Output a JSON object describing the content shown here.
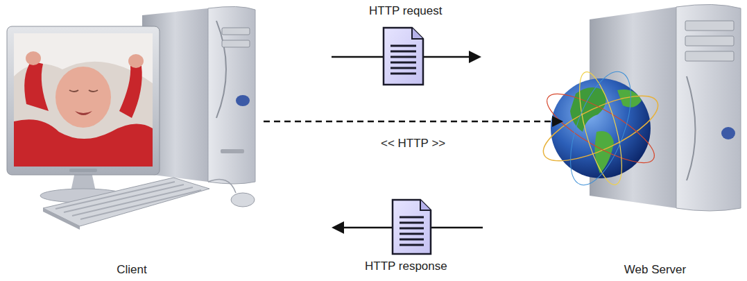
{
  "diagram": {
    "nodes": [
      {
        "text": [
          "Client"
        ]
      },
      {
        "text": [
          "Web Server"
        ]
      }
    ],
    "edges": [
      {
        "from": 0,
        "to": 1,
        "arrow": "to",
        "label": "<< HTTP >>"
      }
    ],
    "labels": [
      "HTTP request",
      "HTTP response"
    ]
  }
}
